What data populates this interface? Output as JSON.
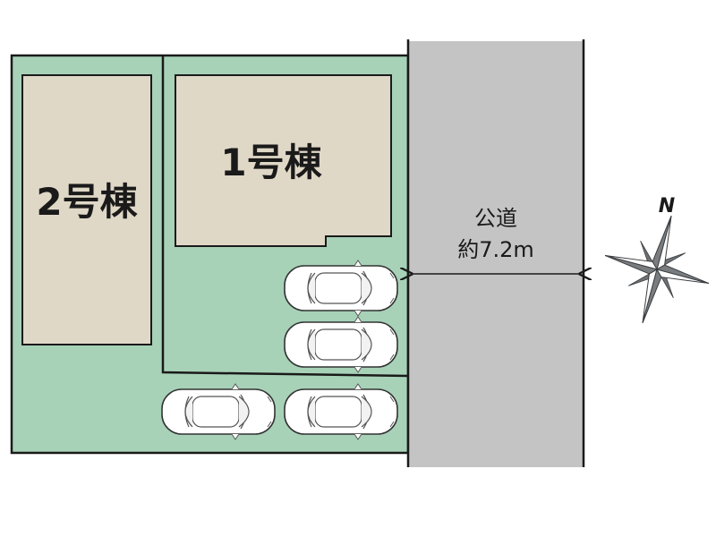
{
  "buildings": [
    {
      "id": "building-1",
      "label": "1号棟"
    },
    {
      "id": "building-2",
      "label": "2号棟"
    }
  ],
  "road": {
    "line1": "公道",
    "line2": "約7.2m"
  },
  "compass": {
    "north_label": "N"
  },
  "colors": {
    "lot": "#a7d2b8",
    "building": "#e0d8c7",
    "road": "#c4c4c4",
    "outline": "#1a1a1a"
  },
  "parking_spaces": 4
}
